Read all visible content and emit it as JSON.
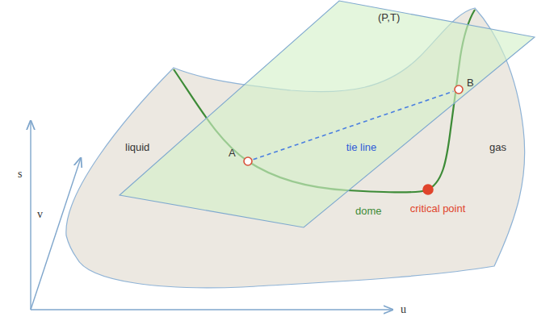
{
  "diagram": {
    "nodes": [
      {
        "text": [
          "A"
        ]
      },
      {
        "text": [
          "B"
        ]
      },
      {
        "text": [
          "critical point"
        ]
      }
    ],
    "edges": [
      {
        "from": 0,
        "to": 1,
        "arrow": "none",
        "label": "tie line"
      }
    ],
    "labels": [
      "(P,T)",
      "liquid",
      "gas",
      "dome",
      "s",
      "v",
      "u"
    ]
  }
}
